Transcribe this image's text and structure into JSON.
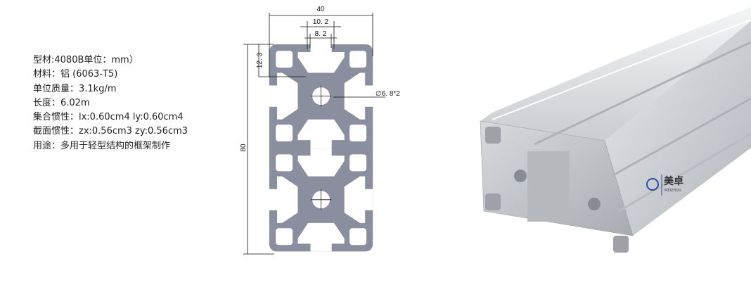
{
  "specs": [
    "型材:4080B单位：mm）",
    "材料：铝 (6063-T5)",
    "单位质量：3.1kg/m",
    "长度：6.02m",
    "集合惯性：lx:0.60cm4 ly:0.60cm4",
    "截面惯性：zx:0.56cm3 zy:0.56cm3",
    "用途：多用于轻型结构的框架制作"
  ],
  "drawing": {
    "width_dim": "40",
    "slot_outer_dim": "10. 2",
    "slot_opening_dim": "8. 2",
    "slot_depth_dim": "12. 3",
    "height_dim": "80",
    "hole_dim": "∅6. 8*2",
    "profile_color": "#8a8f9f"
  },
  "render": {
    "logo_text": "美卓",
    "logo_subtext": "MEIZHUO",
    "logo_color": "#2a4f9a"
  }
}
